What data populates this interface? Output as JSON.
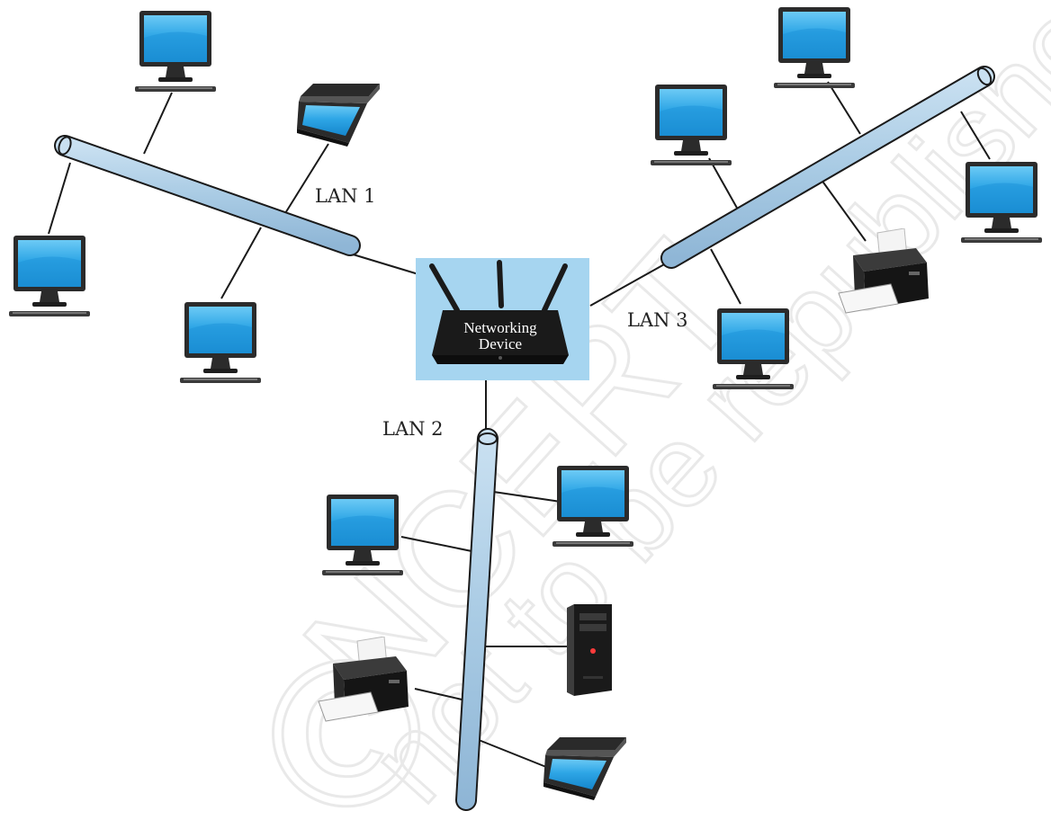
{
  "diagram": {
    "central_device": {
      "label_line1": "Networking",
      "label_line2": "Device",
      "icon": "router-icon"
    },
    "lans": [
      {
        "id": "lan1",
        "label": "LAN 1",
        "devices": [
          "computer-icon",
          "computer-icon",
          "computer-icon",
          "scanner-icon"
        ]
      },
      {
        "id": "lan2",
        "label": "LAN 2",
        "devices": [
          "computer-icon",
          "computer-icon",
          "cpu-tower-icon",
          "printer-icon",
          "scanner-icon"
        ]
      },
      {
        "id": "lan3",
        "label": "LAN 3",
        "devices": [
          "computer-icon",
          "computer-icon",
          "computer-icon",
          "computer-icon",
          "printer-icon"
        ]
      }
    ],
    "watermark": {
      "symbol": "©",
      "line1": "NCERT",
      "line2": "not to be republished"
    },
    "colors": {
      "bus_fill": "#a9cbe4",
      "router_box": "#a6d5f0",
      "screen": "#2ea6e6",
      "line": "#1a1a1a"
    }
  }
}
